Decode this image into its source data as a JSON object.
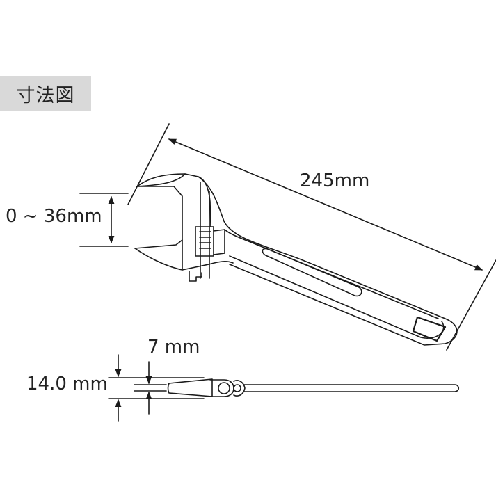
{
  "header": {
    "title": "寸法図"
  },
  "dimensions": {
    "overall_length": "245mm",
    "jaw_opening": "0 ~ 36mm",
    "head_thickness": "14.0 mm",
    "jaw_thickness": "7 mm"
  },
  "colors": {
    "label_background": "#d9d9d9",
    "line": "#1a1a1a",
    "background": "#ffffff"
  }
}
